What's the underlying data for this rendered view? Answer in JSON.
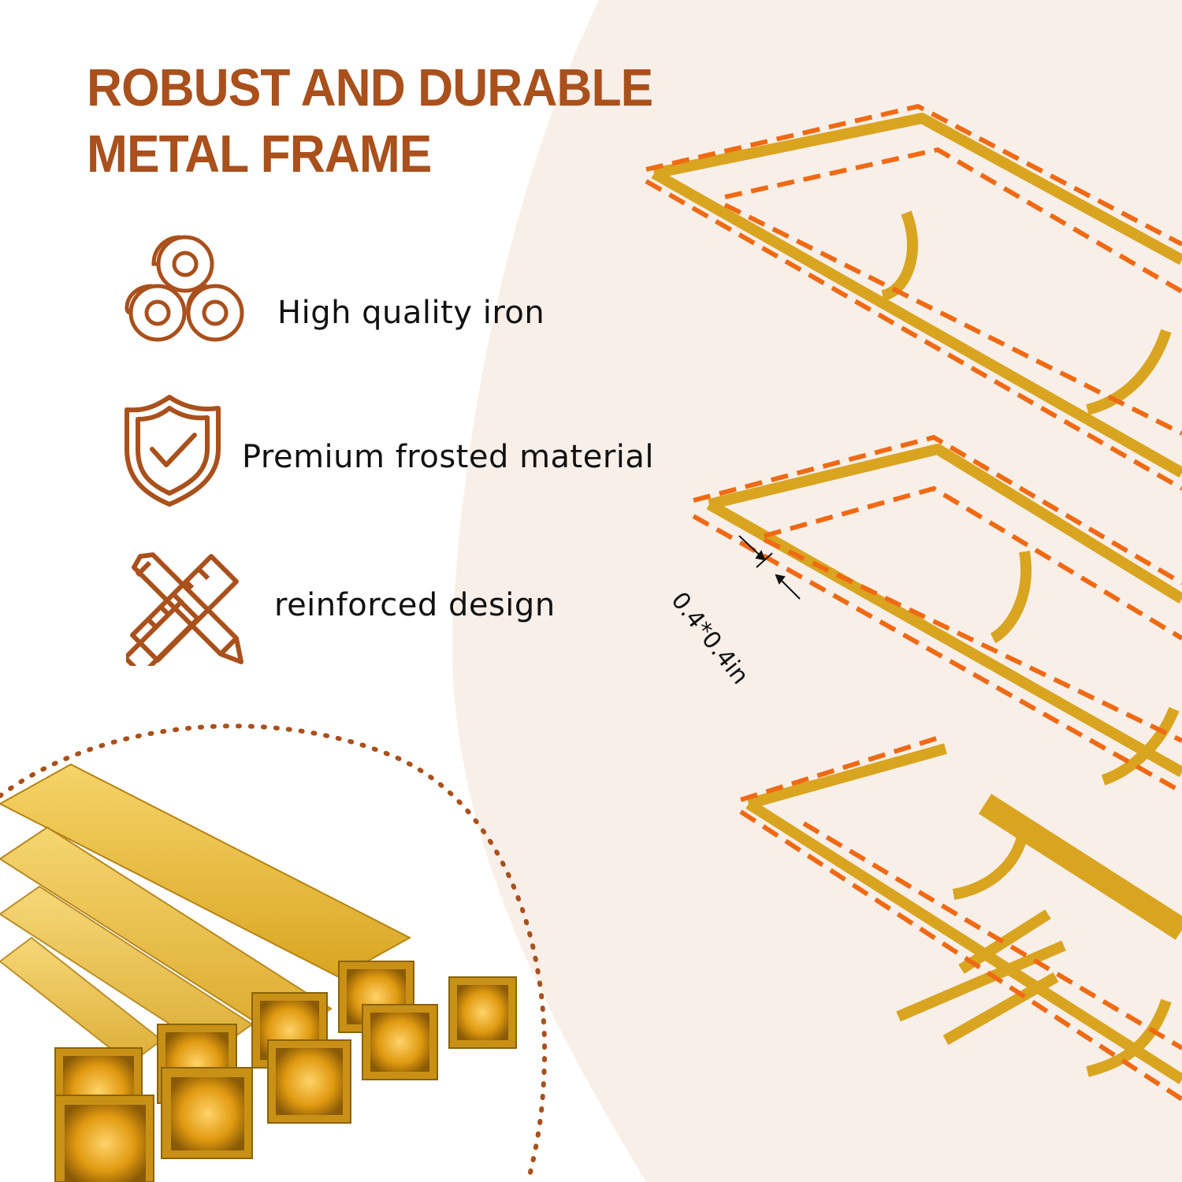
{
  "headline": {
    "line1": "ROBUST AND DURABLE",
    "line2": "METAL FRAME"
  },
  "features": [
    {
      "icon": "iron-rolls-icon",
      "label": "High quality iron"
    },
    {
      "icon": "shield-check-icon",
      "label": "Premium frosted material"
    },
    {
      "icon": "pencil-ruler-icon",
      "label": "reinforced design"
    }
  ],
  "dimension_label": "0.4*0.4in",
  "colors": {
    "headline": "#a9501c",
    "icon": "#a9501c",
    "dashed_outline": "#f06a14",
    "gold": "#d9a520",
    "background_blob": "#f8efe9"
  }
}
